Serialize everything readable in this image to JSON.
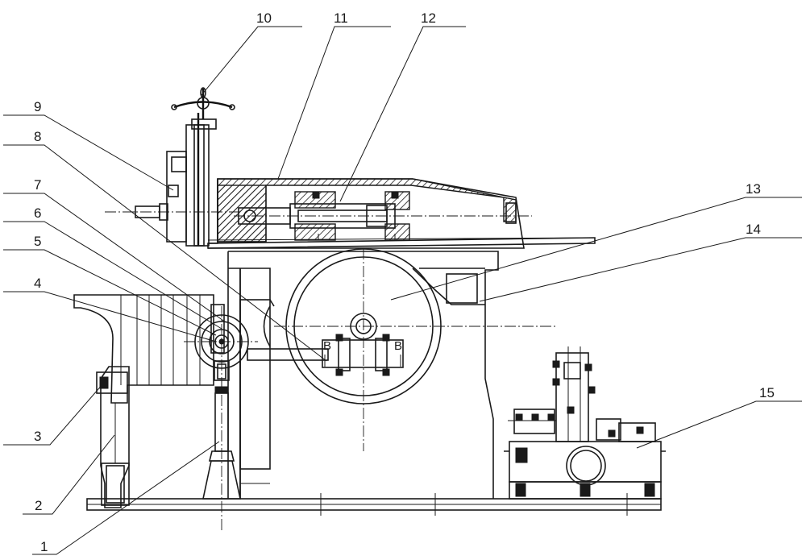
{
  "callouts": [
    {
      "number": "1"
    },
    {
      "number": "2"
    },
    {
      "number": "3"
    },
    {
      "number": "4"
    },
    {
      "number": "5"
    },
    {
      "number": "6"
    },
    {
      "number": "7"
    },
    {
      "number": "8"
    },
    {
      "number": "9"
    },
    {
      "number": "10"
    },
    {
      "number": "11"
    },
    {
      "number": "12"
    },
    {
      "number": "13"
    },
    {
      "number": "14"
    },
    {
      "number": "15"
    }
  ],
  "section_marks": {
    "left": "B",
    "right": "B"
  }
}
